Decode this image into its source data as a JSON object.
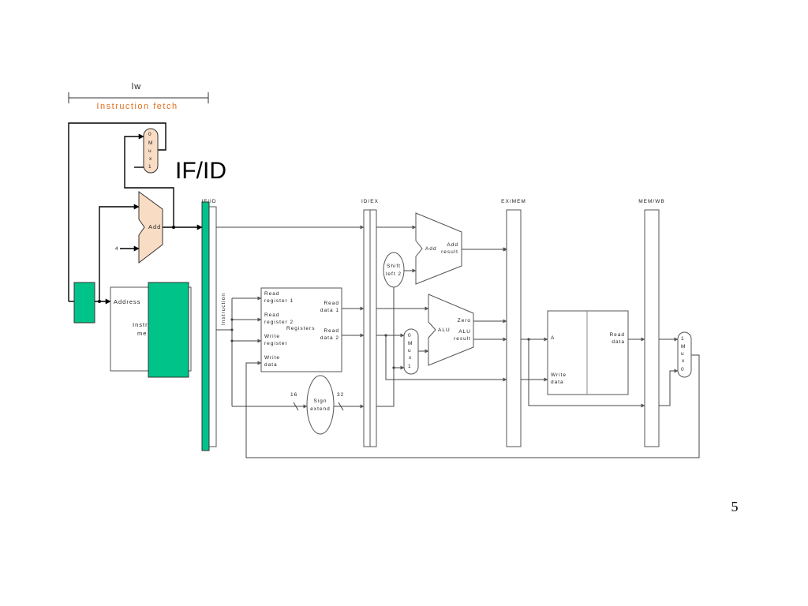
{
  "stage_header": {
    "instruction": "lw",
    "stage_name": "Instruction fetch"
  },
  "highlight_label": "IF/ID",
  "page_number": "5",
  "colors": {
    "highlight": "#00c389",
    "fetch_unit": "#f9dcc4",
    "stage_text": "#e07020"
  },
  "pipeline_registers": [
    "IF/ID",
    "ID/EX",
    "EX/MEM",
    "MEM/WB"
  ],
  "pc_mux": {
    "top": "0",
    "letters": [
      "M",
      "u",
      "x"
    ],
    "bottom": "1"
  },
  "pc_adder": {
    "label": "Add",
    "constant": "4"
  },
  "instruction_memory": {
    "address": "Address",
    "line1": "Instr",
    "line2": "me"
  },
  "instruction_label": "Instruction",
  "registers": {
    "read_register_1": [
      "Read",
      "register 1"
    ],
    "read_register_2": [
      "Read",
      "register 2"
    ],
    "write_register": [
      "Write",
      "register"
    ],
    "write_data": [
      "Write",
      "data"
    ],
    "read_data_1": [
      "Read",
      "data 1"
    ],
    "read_data_2": [
      "Read",
      "data 2"
    ],
    "name": "Registers"
  },
  "sign_extend": {
    "label": [
      "Sign",
      "extend"
    ],
    "in_bits": "16",
    "out_bits": "32"
  },
  "shift_left": [
    "Shift",
    "left 2"
  ],
  "branch_adder": {
    "label": "Add",
    "result": [
      "Add",
      "result"
    ]
  },
  "alu_mux": {
    "top": "0",
    "letters": [
      "M",
      "u",
      "x"
    ],
    "bottom": "1"
  },
  "alu": {
    "label": "ALU",
    "zero": "Zero",
    "result": [
      "ALU",
      "result"
    ]
  },
  "data_memory": {
    "address": "A",
    "read_data": [
      "Read",
      "data"
    ],
    "write_data": [
      "Write",
      "data"
    ]
  },
  "wb_mux": {
    "top": "1",
    "letters": [
      "M",
      "u",
      "x"
    ],
    "bottom": "0"
  }
}
